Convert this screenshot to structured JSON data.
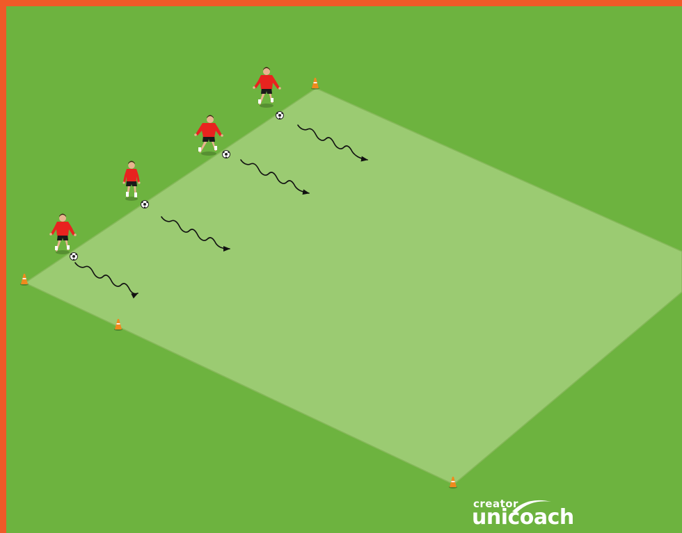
{
  "colors": {
    "frame": "#f05a28",
    "grass": "#6db33f",
    "area": "#9bcb72",
    "area_edge": "#86b85a",
    "cone": "#f08a1e",
    "shirt": "#e8231f",
    "shorts": "#1a1a1a",
    "arrow": "#111111"
  },
  "diagram": {
    "players_count": 4,
    "balls_count": 4,
    "cones_count": 4,
    "movement": "dribble"
  },
  "logo": {
    "line1": "creator",
    "line2": "unicoach"
  }
}
